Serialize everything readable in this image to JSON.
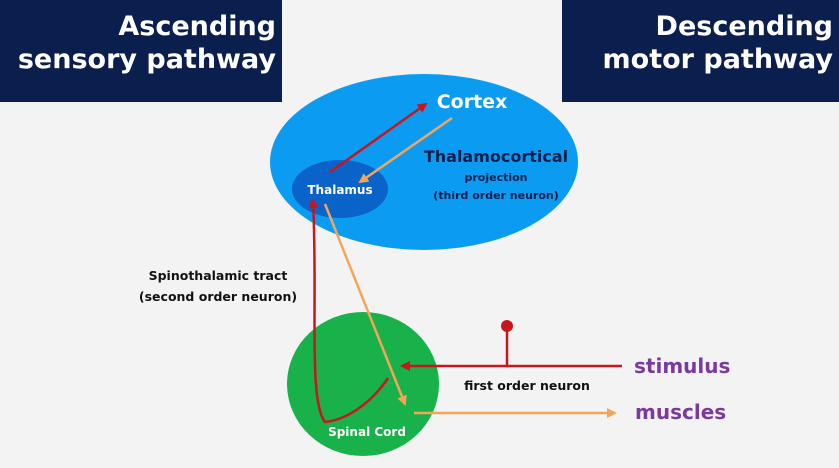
{
  "banners": {
    "left": [
      "Ascending",
      "sensory pathway"
    ],
    "right": [
      "Descending",
      "motor pathway"
    ]
  },
  "brain": {
    "cortex_label": "Cortex",
    "thalamus_label": "Thalamus",
    "thalamocortical_title": "Thalamocortical",
    "thalamocortical_line2": "projection",
    "thalamocortical_line3": "(third order neuron)"
  },
  "spinal": {
    "label": "Spinal Cord",
    "tract_line1": "Spinothalamic tract",
    "tract_line2": "(second order neuron)",
    "first_order_label": "first order neuron",
    "stimulus_label": "stimulus",
    "muscles_label": "muscles"
  },
  "colors": {
    "banner": "#0b1f4f",
    "brain_ellipse": "#0b9cf2",
    "thalamus": "#0a63c8",
    "spinal_cord": "#18b14a",
    "ascending": "#c8161d",
    "descending": "#f3a65a",
    "label_purple": "#7a3b9e"
  }
}
